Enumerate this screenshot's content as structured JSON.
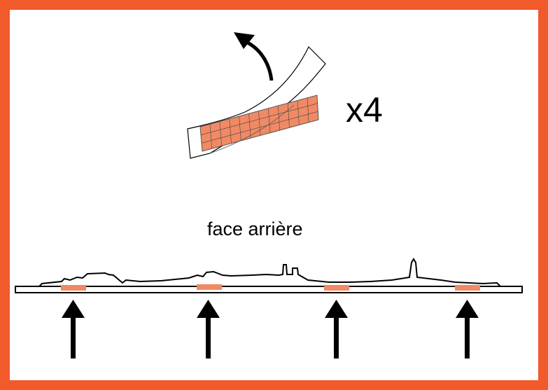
{
  "colors": {
    "border": "#f15a2b",
    "tape": "#f08a64",
    "stroke": "#000000"
  },
  "tape_label": {
    "multiplier": "x4"
  },
  "back_label": {
    "text": "face arrière"
  },
  "pads": {
    "count": 4
  }
}
